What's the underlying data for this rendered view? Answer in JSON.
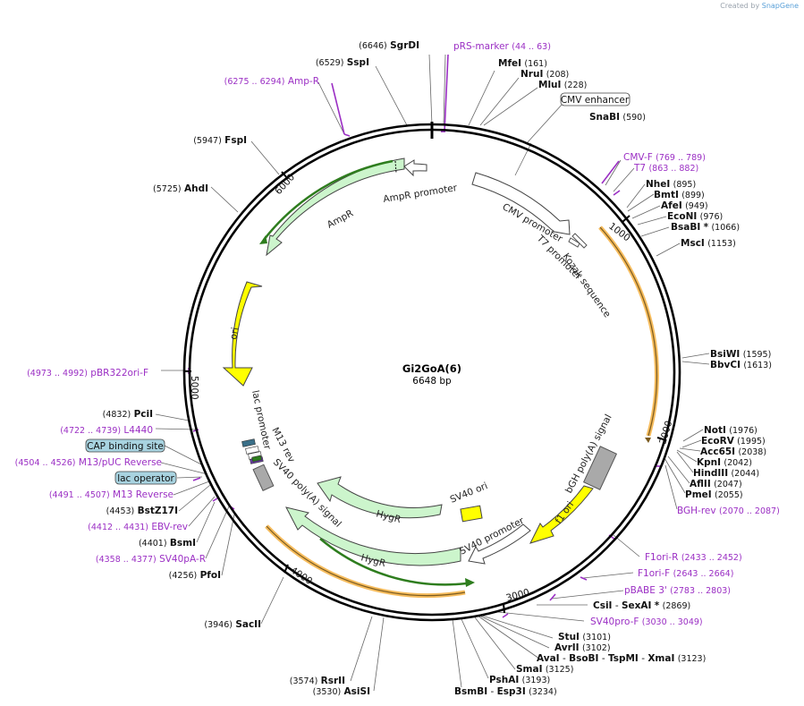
{
  "credit": {
    "prefix": "Created by",
    "brand": "SnapGene"
  },
  "plasmid": {
    "name": "Gi2GoA(6)",
    "length": "6648 bp"
  },
  "ticks": [
    "1000",
    "2000",
    "3000",
    "4000",
    "5000",
    "6000"
  ],
  "boxed_labels": [
    "CMV enhancer",
    "CAP binding site",
    "lac operator"
  ],
  "features": {
    "cmv_promoter": "CMV promoter",
    "t7_promoter": "T7 promoter",
    "kozak": "Kozak sequence",
    "ampr": "AmpR",
    "ampr_promoter": "AmpR promoter",
    "ori": "ori",
    "lac_promoter": "lac promoter",
    "m13_rev": "M13 rev",
    "sv40_polya": "SV40 poly(A) signal",
    "hygr_inner": "HygR",
    "hygr_outer": "HygR",
    "sv40_ori": "SV40 ori",
    "sv40_promoter": "SV40 promoter",
    "bgh_polya": "bGH poly(A) signal",
    "f1_ori": "f1 ori"
  },
  "colors": {
    "purple": "#9b2fc4",
    "ampr_fill": "#ccf5cc",
    "ori_fill": "#ffff00",
    "orange": "#f5b041",
    "green_arc": "#2e7d1e",
    "boxed_fill": "#a8d3e0"
  },
  "labels": {
    "sgrdi": {
      "pos": "(6646)",
      "name": "SgrDI"
    },
    "sspi": {
      "pos": "(6529)",
      "name": "SspI"
    },
    "ampr_primer": {
      "pos": "(6275 .. 6294)",
      "name": "Amp-R"
    },
    "fspi": {
      "pos": "(5947)",
      "name": "FspI"
    },
    "ahdi": {
      "pos": "(5725)",
      "name": "AhdI"
    },
    "pbr322": {
      "pos": "(4973 .. 4992)",
      "name": "pBR322ori-F"
    },
    "pcii": {
      "pos": "(4832)",
      "name": "PciI"
    },
    "l4440": {
      "pos": "(4722 .. 4739)",
      "name": "L4440"
    },
    "m13puc": {
      "pos": "(4504 .. 4526)",
      "name": "M13/pUC Reverse"
    },
    "m13rev": {
      "pos": "(4491 .. 4507)",
      "name": "M13 Reverse"
    },
    "bstz17i": {
      "pos": "(4453)",
      "name": "BstZ17I"
    },
    "ebvrev": {
      "pos": "(4412 .. 4431)",
      "name": "EBV-rev"
    },
    "bsmi": {
      "pos": "(4401)",
      "name": "BsmI"
    },
    "sv40par": {
      "pos": "(4358 .. 4377)",
      "name": "SV40pA-R"
    },
    "pfoi": {
      "pos": "(4256)",
      "name": "PfoI"
    },
    "sacii": {
      "pos": "(3946)",
      "name": "SacII"
    },
    "rsrii": {
      "pos": "(3574)",
      "name": "RsrII"
    },
    "asisi": {
      "pos": "(3530)",
      "name": "AsiSI"
    },
    "bsmbi": {
      "name": "BsmBI",
      "sep": "-",
      "name2": "Esp3I",
      "pos": "(3234)"
    },
    "pshai": {
      "name": "PshAI",
      "pos": "(3193)"
    },
    "smai": {
      "name": "SmaI",
      "pos": "(3125)"
    },
    "avai": {
      "name": "AvaI",
      "sep1": "-",
      "name2": "BsoBI",
      "sep2": "-",
      "name3": "TspMI",
      "sep3": "-",
      "name4": "XmaI",
      "pos": "(3123)"
    },
    "avrii": {
      "name": "AvrII",
      "pos": "(3102)"
    },
    "stui": {
      "name": "StuI",
      "pos": "(3101)"
    },
    "sv40prof": {
      "name": "SV40pro-F",
      "pos": "(3030 .. 3049)"
    },
    "csii": {
      "name": "CsiI",
      "sep": "-",
      "name2": "SexAI",
      "star": "*",
      "pos": "(2869)"
    },
    "pbabe3": {
      "name": "pBABE 3'",
      "pos": "(2783 .. 2803)"
    },
    "f1orif": {
      "name": "F1ori-F",
      "pos": "(2643 .. 2664)"
    },
    "f1orir": {
      "name": "F1ori-R",
      "pos": "(2433 .. 2452)"
    },
    "bghrev": {
      "name": "BGH-rev",
      "pos": "(2070 .. 2087)"
    },
    "pmei": {
      "name": "PmeI",
      "pos": "(2055)"
    },
    "aflii": {
      "name": "AflII",
      "pos": "(2047)"
    },
    "hindiii": {
      "name": "HindIII",
      "pos": "(2044)"
    },
    "kpni": {
      "name": "KpnI",
      "pos": "(2042)"
    },
    "acc65i": {
      "name": "Acc65I",
      "pos": "(2038)"
    },
    "ecorv": {
      "name": "EcoRV",
      "pos": "(1995)"
    },
    "noti": {
      "name": "NotI",
      "pos": "(1976)"
    },
    "bbvci": {
      "name": "BbvCI",
      "pos": "(1613)"
    },
    "bsiwi": {
      "name": "BsiWI",
      "pos": "(1595)"
    },
    "msci": {
      "name": "MscI",
      "pos": "(1153)"
    },
    "bsabi": {
      "name": "BsaBI",
      "star": "*",
      "pos": "(1066)"
    },
    "econi": {
      "name": "EcoNI",
      "pos": "(976)"
    },
    "afei": {
      "name": "AfeI",
      "pos": "(949)"
    },
    "bmti": {
      "name": "BmtI",
      "pos": "(899)"
    },
    "nhei": {
      "name": "NheI",
      "pos": "(895)"
    },
    "t7": {
      "name": "T7",
      "pos": "(863 .. 882)"
    },
    "cmvf": {
      "name": "CMV-F",
      "pos": "(769 .. 789)"
    },
    "snabi": {
      "name": "SnaBI",
      "pos": "(590)"
    },
    "mlui": {
      "name": "MluI",
      "pos": "(228)"
    },
    "nrui": {
      "name": "NruI",
      "pos": "(208)"
    },
    "mfei": {
      "name": "MfeI",
      "pos": "(161)"
    },
    "prs": {
      "name": "pRS-marker",
      "pos": "(44 .. 63)"
    }
  }
}
